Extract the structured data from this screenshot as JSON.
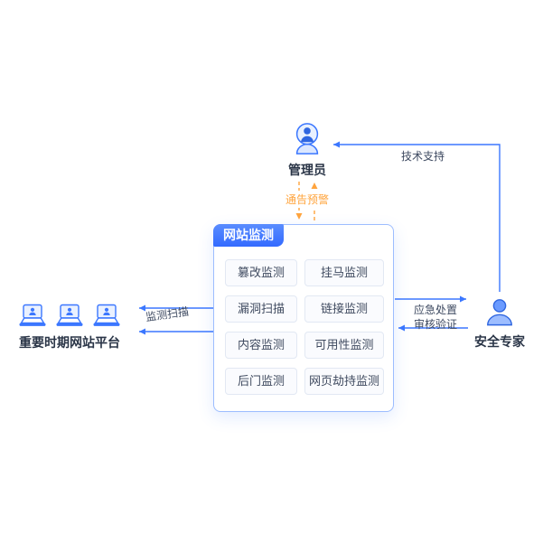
{
  "colors": {
    "blue": "#3b77ff",
    "blue-dark": "#2f66e0",
    "blue-light": "#9dbdff",
    "orange": "#ffa43d",
    "text": "#2a3547",
    "panel-border": "#9dbdff"
  },
  "nodes": {
    "admin": {
      "label": "管理员"
    },
    "expert": {
      "label": "安全专家"
    },
    "platform": {
      "label": "重要时期网站平台"
    }
  },
  "panel": {
    "title": "网站监测",
    "items": [
      "篡改监测",
      "挂马监测",
      "漏洞扫描",
      "链接监测",
      "内容监测",
      "可用性监测",
      "后门监测",
      "网页劫持监测"
    ]
  },
  "flows": {
    "tech_support": "技术支持",
    "notice_warning": "通告预警",
    "emergency": "应急处置",
    "audit": "审核验证",
    "scan": "监测扫描"
  }
}
